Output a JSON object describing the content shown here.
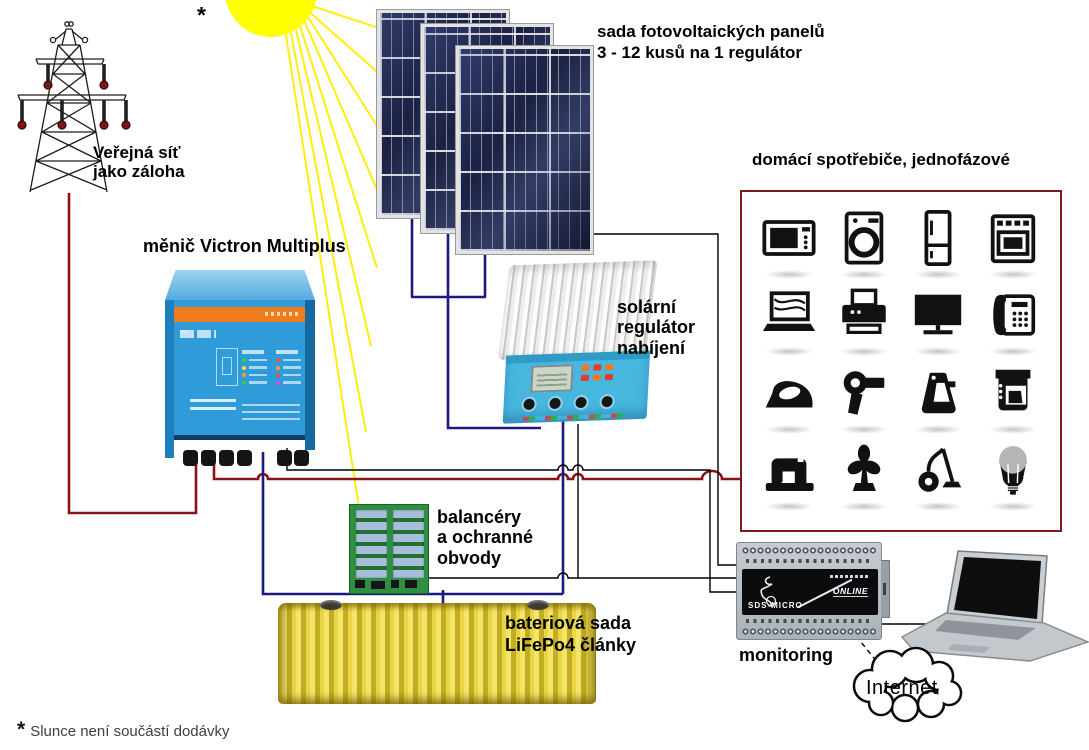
{
  "labels": {
    "grid_pylon": "Veřejná síť\njako záloha",
    "pv_panels": "sada fotovoltaických panelů\n3 - 12 kusů na 1 regulátor",
    "inverter": "měnič Victron Multiplus",
    "solar_regulator": "solární\nregulátor\nnabíjení",
    "appliances_box": "domácí spotřebiče, jednofázové",
    "balancers": "balancéry\na ochranné\nobvody",
    "battery": "bateriová sada\nLiFePo4 články",
    "monitoring": "monitoring",
    "internet": "Internet"
  },
  "sun": {
    "asterisk": "*"
  },
  "footnote": {
    "asterisk": "*",
    "text": "Slunce není součástí dodávky"
  },
  "devices": {
    "monitoring_model": "SDS-MICRO",
    "monitoring_brand": "ONLINE"
  },
  "appliances": {
    "items": [
      "microwave",
      "washing-machine",
      "refrigerator",
      "electric-stove",
      "notebook",
      "printer",
      "tv",
      "telephone",
      "iron",
      "hair-dryer",
      "steam-cleaner",
      "coffee-maker",
      "sewing-machine",
      "fan",
      "vacuum-cleaner",
      "led-bulb"
    ]
  },
  "colors": {
    "wire_ac": "#8a1414",
    "wire_dc": "#1a1a80",
    "wire_signal": "#000000",
    "appliance_box_border": "#7a1a1a",
    "sun": "#ffff00",
    "inverter_blue": "#2f9bd9",
    "inverter_stripe": "#ef7d1f",
    "regulator_blue": "#47b7e0",
    "pcb_green": "#2f8f40",
    "battery_yellow": "#e6d242"
  }
}
